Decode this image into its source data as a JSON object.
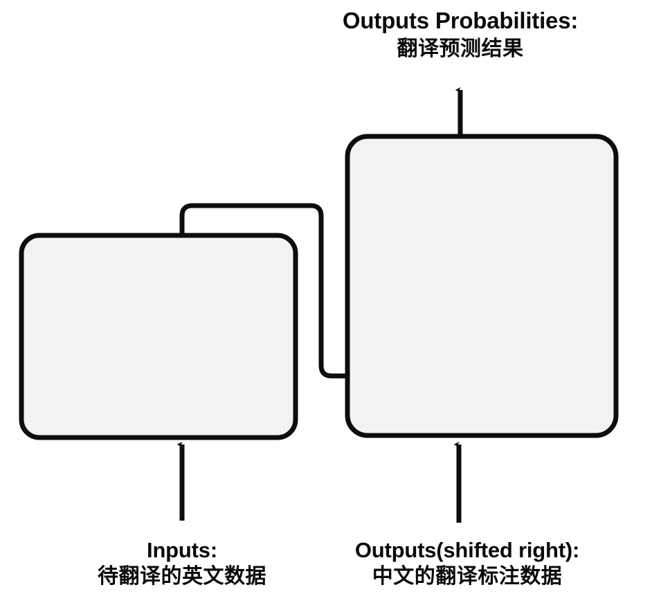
{
  "diagram": {
    "title_top": {
      "english": "Outputs Probabilities:",
      "chinese": "翻译预测结果"
    },
    "label_bottom_left": {
      "english": "Inputs:",
      "chinese": "待翻译的英文数据"
    },
    "label_bottom_right": {
      "english": "Outputs(shifted right):",
      "chinese": "中文的翻译标注数据"
    },
    "blocks": [
      {
        "name": "encoder-block",
        "role": "encoder"
      },
      {
        "name": "decoder-block",
        "role": "decoder"
      }
    ],
    "connectors": [
      {
        "name": "encoder-to-decoder-connector"
      },
      {
        "name": "encoder-input-arrow"
      },
      {
        "name": "decoder-input-arrow"
      },
      {
        "name": "decoder-output-arrow"
      }
    ],
    "colors": {
      "stroke": "#0d0d0d",
      "block_fill": "#f2f2f2",
      "text": "#0a0a0a",
      "background": "#ffffff"
    }
  }
}
